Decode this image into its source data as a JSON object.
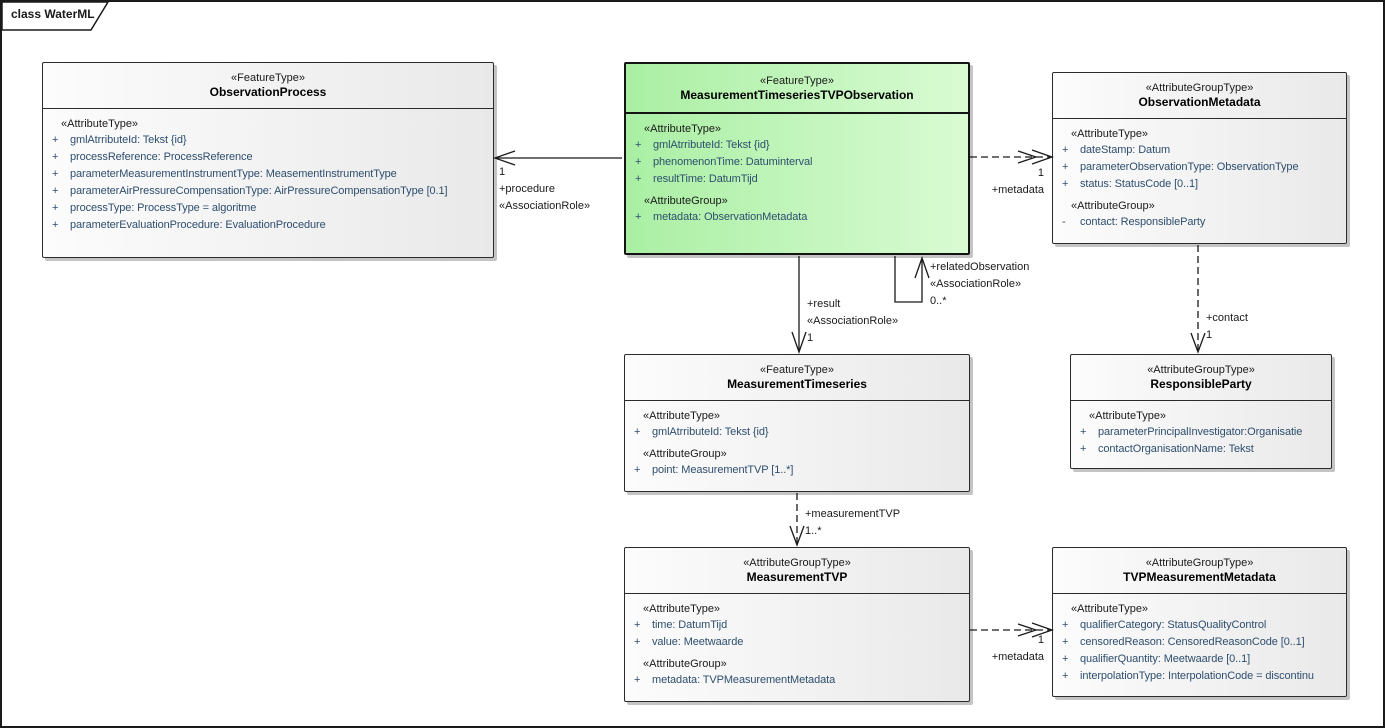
{
  "diagram": {
    "tab_label": "class WaterML"
  },
  "colors": {
    "highlight_fill_left": "#aaefa4",
    "highlight_fill_right": "#d9fbd3",
    "class_fill_left": "#fcfcfc",
    "class_fill_right": "#e9e9e9",
    "attribute_text": "#2e4e6e",
    "line": "#1a1a1a"
  },
  "classes": {
    "observation_process": {
      "stereotype": "«FeatureType»",
      "name": "ObservationProcess",
      "sections": [
        {
          "heading": "«AttributeType»",
          "rows": [
            {
              "vis": "+",
              "text": "gmlAtrributeId: Tekst {id}"
            },
            {
              "vis": "+",
              "text": "processReference: ProcessReference"
            },
            {
              "vis": "+",
              "text": "parameterMeasurementInstrumentType: MeasementInstrumentType"
            },
            {
              "vis": "+",
              "text": "parameterAirPressureCompensationType: AirPressureCompensationType [0.1]"
            },
            {
              "vis": "+",
              "text": "processType: ProcessType = algoritme"
            },
            {
              "vis": "+",
              "text": "parameterEvaluationProcedure: EvaluationProcedure"
            }
          ]
        }
      ]
    },
    "tvp_observation": {
      "stereotype": "«FeatureType»",
      "name": "MeasurementTimeseriesTVPObservation",
      "sections": [
        {
          "heading": "«AttributeType»",
          "rows": [
            {
              "vis": "+",
              "text": "gmlAtrributeId: Tekst {id}"
            },
            {
              "vis": "+",
              "text": "phenomenonTime: Datuminterval"
            },
            {
              "vis": "+",
              "text": "resultTime: DatumTijd"
            }
          ]
        },
        {
          "heading": "«AttributeGroup»",
          "rows": [
            {
              "vis": "+",
              "text": "metadata: ObservationMetadata"
            }
          ]
        }
      ]
    },
    "observation_metadata": {
      "stereotype": "«AttributeGroupType»",
      "name": "ObservationMetadata",
      "sections": [
        {
          "heading": "«AttributeType»",
          "rows": [
            {
              "vis": "+",
              "text": "dateStamp: Datum"
            },
            {
              "vis": "+",
              "text": "parameterObservationType: ObservationType"
            },
            {
              "vis": "+",
              "text": "status: StatusCode [0..1]"
            }
          ]
        },
        {
          "heading": "«AttributeGroup»",
          "rows": [
            {
              "vis": "-",
              "text": "contact: ResponsibleParty"
            }
          ]
        }
      ]
    },
    "measurement_timeseries": {
      "stereotype": "«FeatureType»",
      "name": "MeasurementTimeseries",
      "sections": [
        {
          "heading": "«AttributeType»",
          "rows": [
            {
              "vis": "+",
              "text": "gmlAtrributeId: Tekst {id}"
            }
          ]
        },
        {
          "heading": "«AttributeGroup»",
          "rows": [
            {
              "vis": "+",
              "text": "point: MeasurementTVP [1..*]"
            }
          ]
        }
      ]
    },
    "responsible_party": {
      "stereotype": "«AttributeGroupType»",
      "name": "ResponsibleParty",
      "sections": [
        {
          "heading": "«AttributeType»",
          "rows": [
            {
              "vis": "+",
              "text": "parameterPrincipalInvestigator:Organisatie"
            },
            {
              "vis": "+",
              "text": "contactOrganisationName: Tekst"
            }
          ]
        }
      ]
    },
    "measurement_tvp": {
      "stereotype": "«AttributeGroupType»",
      "name": "MeasurementTVP",
      "sections": [
        {
          "heading": "«AttributeType»",
          "rows": [
            {
              "vis": "+",
              "text": "time: DatumTijd"
            },
            {
              "vis": "+",
              "text": "value: Meetwaarde"
            }
          ]
        },
        {
          "heading": "«AttributeGroup»",
          "rows": [
            {
              "vis": "+",
              "text": "metadata: TVPMeasurementMetadata"
            }
          ]
        }
      ]
    },
    "tvp_measurement_metadata": {
      "stereotype": "«AttributeGroupType»",
      "name": "TVPMeasurementMetadata",
      "sections": [
        {
          "heading": "«AttributeType»",
          "rows": [
            {
              "vis": "+",
              "text": "qualifierCategory: StatusQualityControl"
            },
            {
              "vis": "+",
              "text": "censoredReason: CensoredReasonCode [0..1]"
            },
            {
              "vis": "+",
              "text": "qualifierQuantity: Meetwaarde [0..1]"
            },
            {
              "vis": "+",
              "text": "interpolationType: InterpolationCode = discontinu"
            }
          ]
        }
      ]
    }
  },
  "connectors": {
    "procedure": {
      "multiplicity": "1",
      "role": "+procedure",
      "stereotype": "«AssociationRole»"
    },
    "metadata_top": {
      "multiplicity": "1",
      "role": "+metadata"
    },
    "related_observation": {
      "role": "+relatedObservation",
      "stereotype": "«AssociationRole»",
      "multiplicity": "0..*"
    },
    "result": {
      "role": "+result",
      "stereotype": "«AssociationRole»",
      "multiplicity": "1"
    },
    "contact": {
      "role": "+contact",
      "multiplicity": "1"
    },
    "measurement_tvp": {
      "role": "+measurementTVP",
      "multiplicity": "1..*"
    },
    "metadata_bottom": {
      "multiplicity": "1",
      "role": "+metadata"
    }
  }
}
